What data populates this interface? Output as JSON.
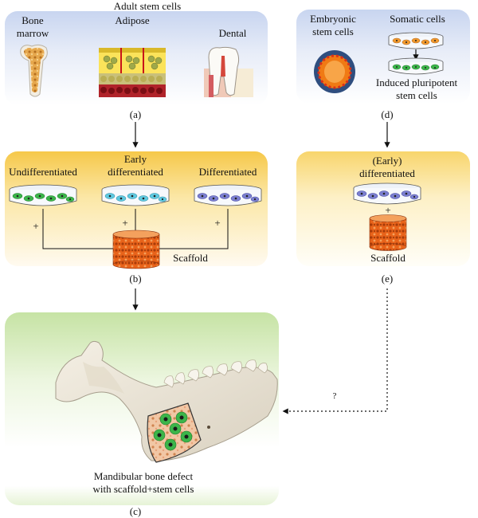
{
  "panel_a": {
    "title": "Adult stem cells",
    "bone_marrow_line1": "Bone",
    "bone_marrow_line2": "marrow",
    "adipose": "Adipose",
    "dental": "Dental",
    "caption": "(a)"
  },
  "panel_d": {
    "embryonic_line1": "Embryonic",
    "embryonic_line2": "stem cells",
    "somatic": "Somatic cells",
    "ipsc_line1": "Induced pluripotent",
    "ipsc_line2": "stem cells",
    "caption": "(d)"
  },
  "panel_b": {
    "undifferentiated": "Undifferentiated",
    "early_line1": "Early",
    "early_line2": "differentiated",
    "differentiated": "Differentiated",
    "plus": "+",
    "scaffold": "Scaffold",
    "caption": "(b)"
  },
  "panel_e": {
    "early_line1": "(Early)",
    "early_line2": "differentiated",
    "plus": "+",
    "scaffold": "Scaffold",
    "caption": "(e)"
  },
  "panel_c": {
    "question": "?",
    "label_line1": "Mandibular bone defect",
    "label_line2": "with scaffold+stem cells",
    "caption": "(c)"
  },
  "colors": {
    "blue_panel": "#c8d5f0",
    "yellow_panel": "#f6c84a",
    "green_panel": "#c6e3a4",
    "green_cell": "#3cb54a",
    "cyan_cell": "#5fc9e0",
    "violet_cell": "#7b7fd0",
    "orange_cell": "#f29a2e",
    "scaffold": "#e8631a"
  }
}
